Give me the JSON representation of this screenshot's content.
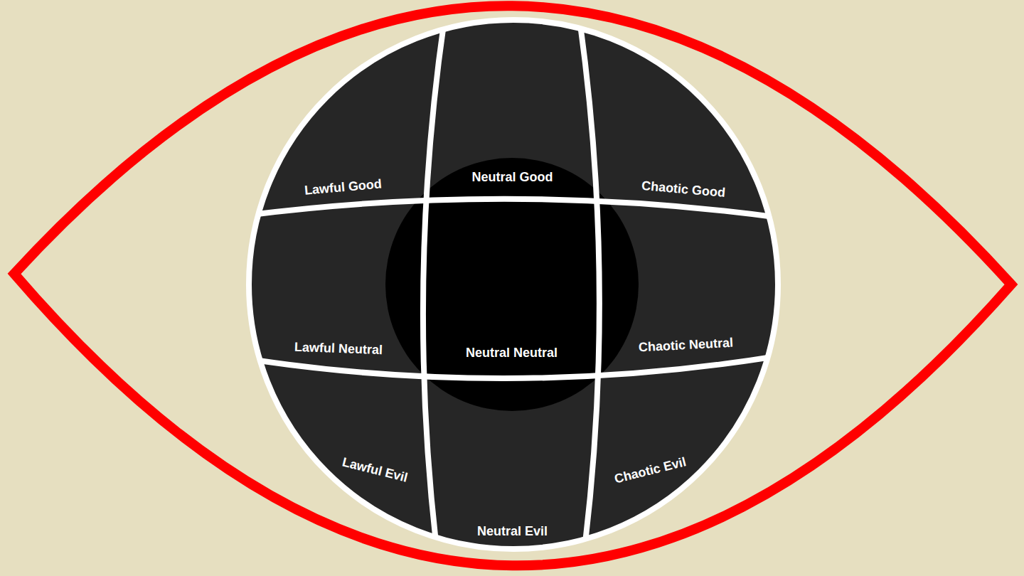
{
  "diagram": {
    "nodes": [
      {
        "text": [
          "Lawful Good"
        ]
      },
      {
        "text": [
          "Neutral Good"
        ]
      },
      {
        "text": [
          "Chaotic Good"
        ]
      },
      {
        "text": [
          "Lawful Neutral"
        ]
      },
      {
        "text": [
          "Neutral Neutral"
        ]
      },
      {
        "text": [
          "Chaotic Neutral"
        ]
      },
      {
        "text": [
          "Lawful Evil"
        ]
      },
      {
        "text": [
          "Neutral Evil"
        ]
      },
      {
        "text": [
          "Chaotic Evil"
        ]
      }
    ]
  }
}
